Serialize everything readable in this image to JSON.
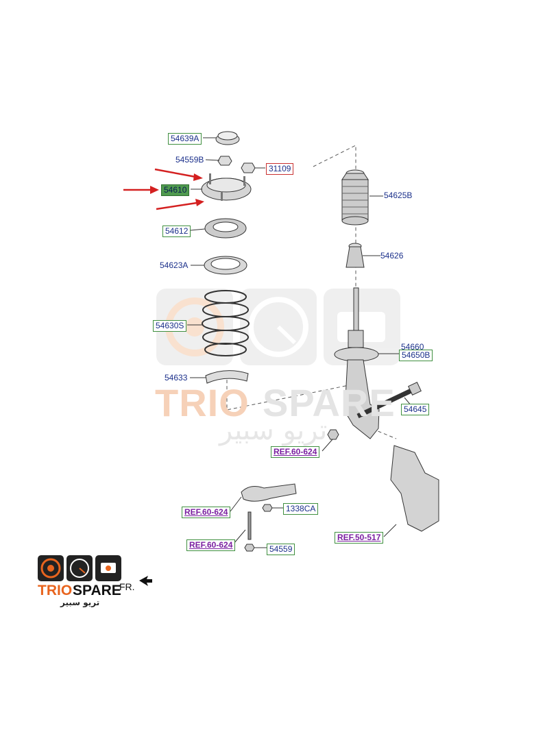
{
  "labels": {
    "p54639A": "54639A",
    "p54559B": "54559B",
    "p31109": "31109",
    "p54610": "54610",
    "p54612": "54612",
    "p54623A": "54623A",
    "p54630S": "54630S",
    "p54633": "54633",
    "p54625B": "54625B",
    "p54626": "54626",
    "p54660": "54660",
    "p54650B": "54650B",
    "p54645": "54645",
    "ref_60_624_a": "REF.60-624",
    "ref_60_624_b": "REF.60-624",
    "ref_60_624_c": "REF.60-624",
    "p1338CA": "1338CA",
    "p54559": "54559",
    "ref_50_517": "REF.50-517"
  },
  "watermark": {
    "brand_a": "TRIO",
    "brand_b": "SPARE",
    "arabic": "تريو سبير"
  },
  "logo": {
    "brand_a": "TRIO",
    "brand_b": "SPARE",
    "arabic": "تريو سبير"
  },
  "direction": {
    "label": "FR."
  },
  "colors": {
    "brand_orange": "#e8641e",
    "label_border": "#3f8f3f",
    "label_text": "#1a2f8a",
    "ref_text": "#7a1fa0",
    "highlight_fill": "#4f9a4f",
    "arrow_red": "#d42020"
  }
}
